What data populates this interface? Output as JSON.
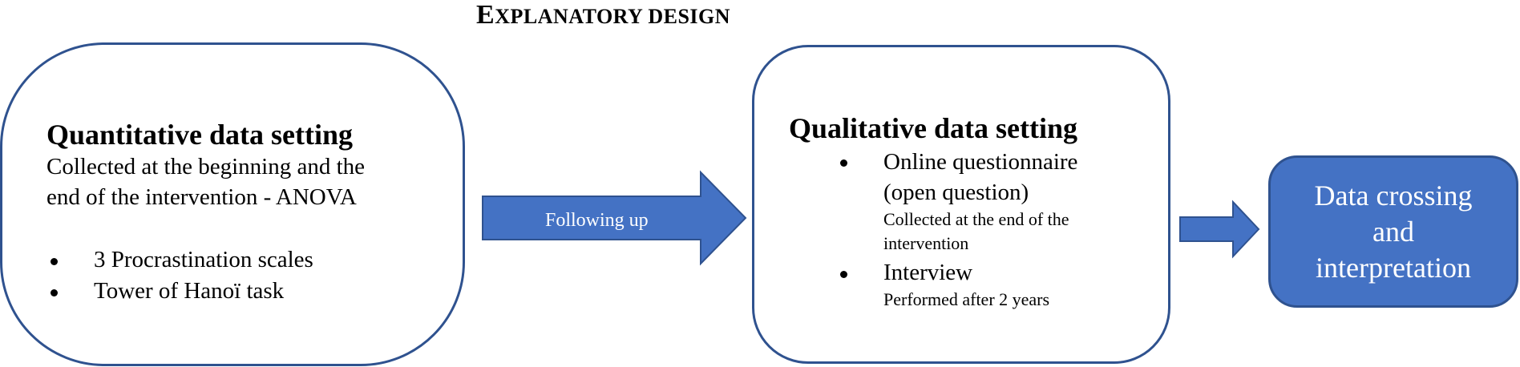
{
  "title": {
    "first_letter": "E",
    "rest": "XPLANATORY DESIGN"
  },
  "quantitative": {
    "heading": "Quantitative data setting",
    "description_line1": "Collected at the beginning and the",
    "description_line2": "end of the intervention - ANOVA",
    "items": [
      "3 Procrastination scales",
      "Tower of Hanoï task"
    ]
  },
  "arrow1": {
    "label": "Following up"
  },
  "qualitative": {
    "heading": "Qualitative data setting",
    "item1_line1": "Online questionnaire",
    "item1_line2": "(open question)",
    "item1_note_line1": "Collected at the end of the",
    "item1_note_line2": "intervention",
    "item2": "Interview",
    "item2_note": "Performed after 2 years"
  },
  "result": {
    "line1": "Data crossing",
    "line2": "and",
    "line3": "interpretation"
  },
  "colors": {
    "fill": "#4472c4",
    "border": "#2f528f"
  }
}
